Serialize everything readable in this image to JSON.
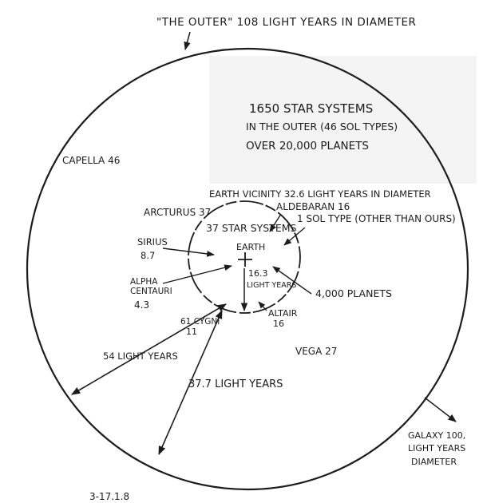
{
  "diagram": {
    "title": "\"THE OUTER\" 108 LIGHT YEARS IN DIAMETER",
    "outer_stats": {
      "systems": "1650 STAR SYSTEMS",
      "sol_types": "IN THE OUTER (46 SOL TYPES)",
      "planets": "OVER 20,000 PLANETS"
    },
    "vicinity": {
      "title": "EARTH VICINITY 32.6 LIGHT YEARS IN DIAMETER",
      "systems": "37 STAR SYSTEMS",
      "sol_type": "1 SOL TYPE (OTHER THAN OURS)",
      "planets": "4,000 PLANETS",
      "radius": "16.3",
      "radius_unit": "LIGHT YEARS"
    },
    "center": "EARTH",
    "stars": {
      "capella": "CAPELLA 46",
      "arcturus": "ARCTURUS 37",
      "aldebaran": "ALDEBARAN 16",
      "sirius_name": "SIRIUS",
      "sirius_dist": "8.7",
      "alpha_name": "ALPHA",
      "alpha_name2": "CENTAURI",
      "alpha_dist": "4.3",
      "cygni_name": "61 CYGNI",
      "cygni_dist": "11",
      "altair_name": "ALTAIR",
      "altair_dist": "16",
      "vega": "VEGA 27"
    },
    "distances": {
      "left": "54 LIGHT YEARS",
      "lower": "37.7 LIGHT YEARS"
    },
    "galaxy": {
      "line1": "GALAXY 100,",
      "line2": "LIGHT YEARS",
      "line3": "DIAMETER"
    },
    "footer": "3-17.1.8"
  }
}
